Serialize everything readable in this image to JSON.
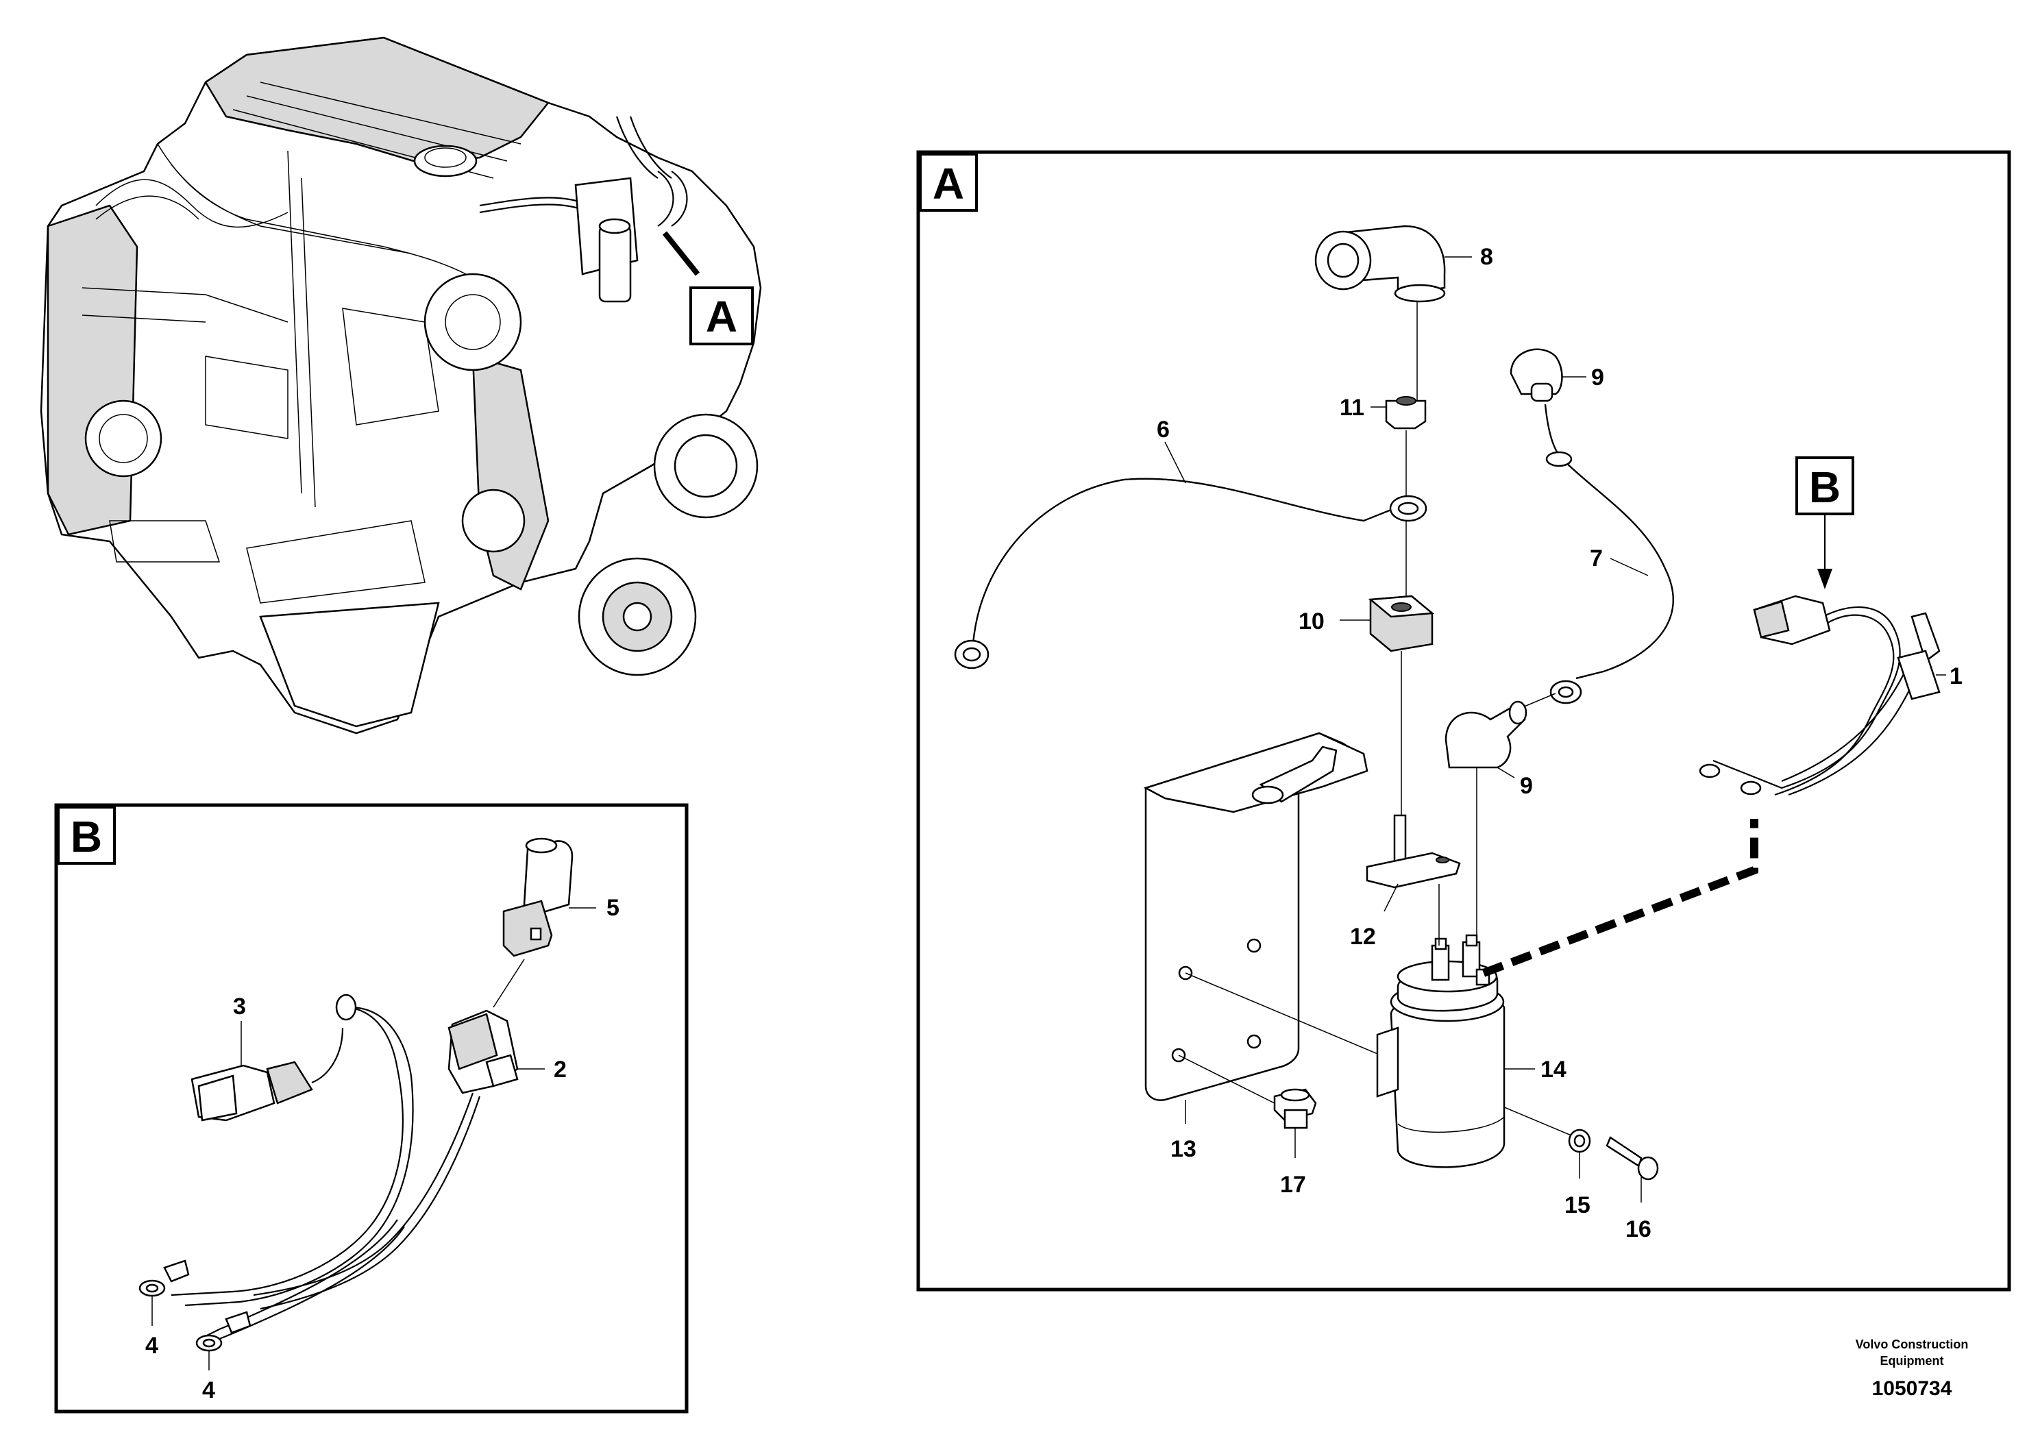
{
  "views": {
    "engine": {
      "tag": "A"
    },
    "detail_a": {
      "tag": "A",
      "connector_tag": "B",
      "callouts": {
        "c1": "1",
        "c6": "6",
        "c7": "7",
        "c8": "8",
        "c9a": "9",
        "c9b": "9",
        "c10": "10",
        "c11": "11",
        "c12": "12",
        "c13": "13",
        "c14": "14",
        "c15": "15",
        "c16": "16",
        "c17": "17"
      }
    },
    "detail_b": {
      "tag": "B",
      "callouts": {
        "c2": "2",
        "c3": "3",
        "c4a": "4",
        "c4b": "4",
        "c5": "5"
      }
    }
  },
  "footer": {
    "company_line1": "Volvo Construction",
    "company_line2": "Equipment",
    "drawing_number": "1050734"
  }
}
